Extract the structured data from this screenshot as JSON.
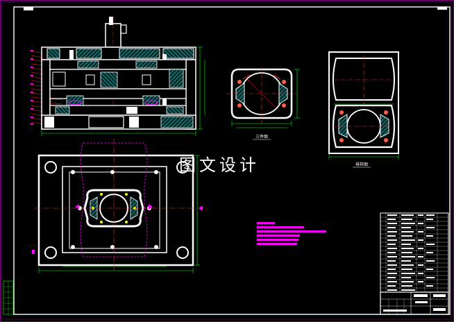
{
  "watermark": {
    "text": "图文设计"
  },
  "views": {
    "part_view_caption": "三件图",
    "blank_view_caption": "排样图"
  },
  "colors": {
    "background": "#000000",
    "border": "#ffffff",
    "frame_accent": "#800080",
    "part_outline": "#ffffff",
    "section_hatch": "#00b0b0",
    "dimension": "#00ff00",
    "centerline": "#ff0000",
    "annotation": "#ff00ff",
    "leader": "#ff3030"
  }
}
